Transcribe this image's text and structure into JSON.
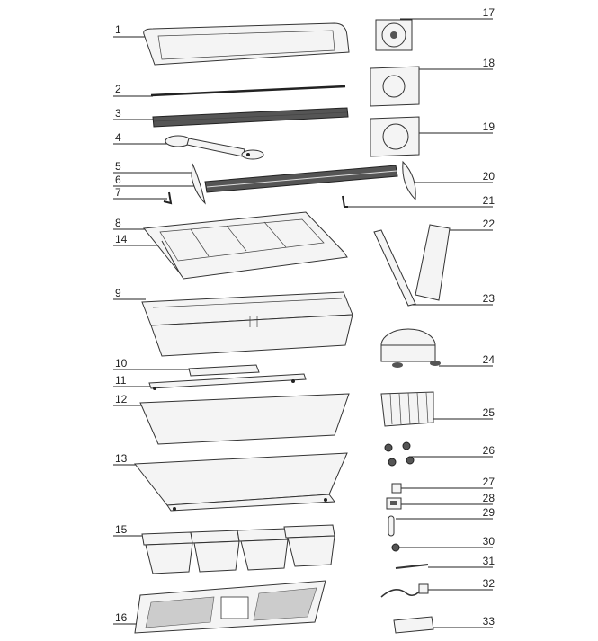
{
  "diagram": {
    "left_labels": [
      "1",
      "2",
      "3",
      "4",
      "5",
      "6",
      "7",
      "8",
      "14",
      "9",
      "10",
      "11",
      "12",
      "13",
      "15",
      "16"
    ],
    "right_labels": [
      "17",
      "18",
      "19",
      "20",
      "21",
      "22",
      "23",
      "24",
      "25",
      "26",
      "27",
      "28",
      "29",
      "30",
      "31",
      "32",
      "33"
    ]
  }
}
